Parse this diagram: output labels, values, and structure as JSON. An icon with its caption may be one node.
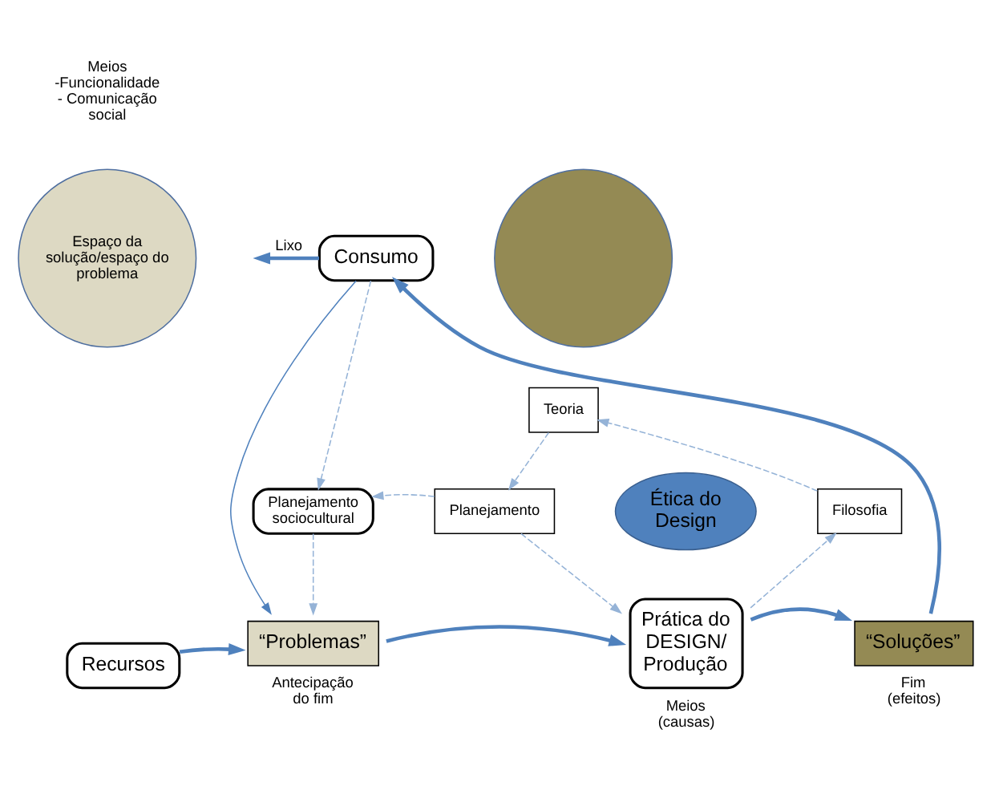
{
  "diagram": {
    "nodes": [
      {
        "text": [
          "Espaço da solução/espaço do problema"
        ]
      },
      {
        "text": [],
        "shape": "circle"
      },
      {
        "text": [
          "Consumo"
        ]
      },
      {
        "text": [
          "Teoria"
        ]
      },
      {
        "text": [
          "Planejamento sociocultural"
        ]
      },
      {
        "text": [
          "Planejamento"
        ]
      },
      {
        "text": [
          "Ética do Design"
        ]
      },
      {
        "text": [
          "Filosofia"
        ]
      },
      {
        "text": [
          "Recursos"
        ]
      },
      {
        "text": [
          "“Problemas”"
        ],
        "beside": [
          "Antecipação do fim"
        ]
      },
      {
        "text": [
          "Prática do DESIGN/ Produção"
        ],
        "beside": [
          "Meios (causas)"
        ]
      },
      {
        "text": [
          "“Soluções”"
        ],
        "beside": [
          "Fim (efeitos)"
        ]
      }
    ],
    "edges": [
      {
        "from": 2,
        "to": null,
        "arrow": "to",
        "label": "Lixo",
        "style": "thick",
        "color": "#4f81bd"
      },
      {
        "from": 11,
        "to": 2,
        "arrow": "to",
        "style": "thick",
        "color": "#4f81bd"
      },
      {
        "from": 2,
        "to": 9,
        "arrow": "to",
        "color": "#4f81bd"
      },
      {
        "from": 8,
        "to": 9,
        "arrow": "to",
        "style": "thick",
        "color": "#4f81bd"
      },
      {
        "from": 9,
        "to": 10,
        "arrow": "to",
        "style": "thick",
        "color": "#4f81bd"
      },
      {
        "from": 10,
        "to": 11,
        "arrow": "to",
        "style": "thick",
        "color": "#4f81bd"
      },
      {
        "from": 2,
        "to": 4,
        "arrow": "to",
        "style": "dashed"
      },
      {
        "from": 4,
        "to": 9,
        "arrow": "to",
        "style": "dashed"
      },
      {
        "from": 5,
        "to": 4,
        "arrow": "to",
        "style": "dashed"
      },
      {
        "from": 3,
        "to": 5,
        "arrow": "to",
        "style": "dashed"
      },
      {
        "from": 5,
        "to": 10,
        "arrow": "to",
        "style": "dashed"
      },
      {
        "from": 10,
        "to": 7,
        "arrow": "to",
        "style": "dashed"
      },
      {
        "from": 7,
        "to": 3,
        "arrow": "to",
        "style": "dashed"
      }
    ],
    "labels": [
      "Meios -Funcionalidade - Comunicação social"
    ]
  }
}
